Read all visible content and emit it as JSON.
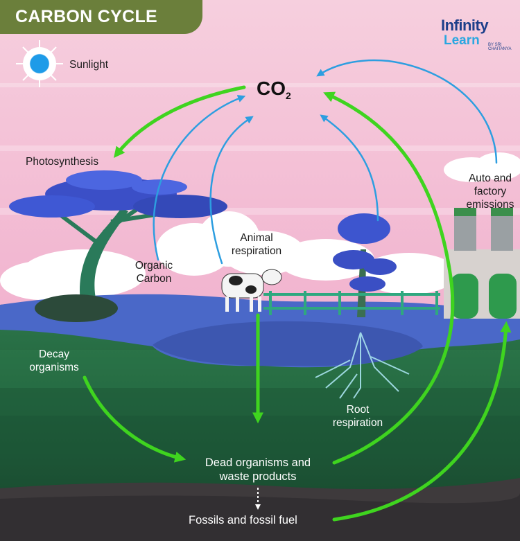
{
  "header": {
    "title": "CARBON CYCLE",
    "logo_line1": "Infinity",
    "logo_line2": "Learn",
    "logo_tagline": "BY SRI CHAITANYA"
  },
  "labels": {
    "sunlight": "Sunlight",
    "co2_main": "CO",
    "co2_sub": "2",
    "photosynthesis": "Photosynthesis",
    "auto_emissions": [
      "Auto and",
      "factory",
      "emissions"
    ],
    "organic_carbon": [
      "Organic",
      "Carbon"
    ],
    "animal_respiration": [
      "Animal",
      "respiration"
    ],
    "decay_organisms": [
      "Decay",
      "organisms"
    ],
    "root_respiration": [
      "Root",
      "respiration"
    ],
    "dead_organisms": [
      "Dead organisms and",
      "waste products"
    ],
    "fossils": "Fossils and fossil fuel"
  },
  "colors": {
    "sky": "#f2c2d6",
    "title_bg": "#6b7f3b",
    "green_arrow": "#3fd41f",
    "blue_arrow": "#2d9ee0",
    "ground_dark": "#1d5a38",
    "soil": "#3e3a3c",
    "water": "#4a68c8"
  }
}
